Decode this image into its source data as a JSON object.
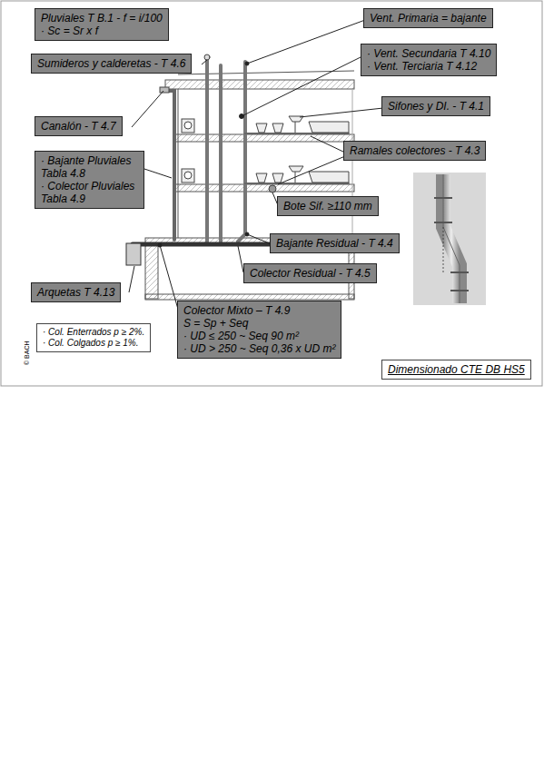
{
  "diagram": {
    "nodes": [
      {
        "text": [
          "Pluviales T B.1 - f = i/100",
          "· Sc = Sr x f"
        ]
      },
      {
        "text": [
          "Vent. Primaria = bajante"
        ]
      },
      {
        "text": [
          "Sumideros y calderetas - T 4.6"
        ]
      },
      {
        "text": [
          "· Vent. Secundaria T 4.10",
          "· Vent. Terciaria T 4.12"
        ]
      },
      {
        "text": [
          "Sifones y DI. - T 4.1"
        ]
      },
      {
        "text": [
          "Canalón - T 4.7"
        ]
      },
      {
        "text": [
          "Ramales colectores - T 4.3"
        ]
      },
      {
        "text": [
          "· Bajante Pluviales Tabla 4.8",
          "· Colector Pluviales Tabla 4.9"
        ]
      },
      {
        "text": [
          "Bote Sif. ≥110 mm"
        ]
      },
      {
        "text": [
          "Bajante Residual - T 4.4"
        ]
      },
      {
        "text": [
          "Colector Residual - T 4.5"
        ]
      },
      {
        "text": [
          "Arquetas T 4.13"
        ]
      },
      {
        "text": [
          "Colector Mixto – T 4.9",
          "S = Sp + Seq",
          "· UD ≤ 250 ~ Seq 90 m²",
          "· UD > 250 ~ Seq 0,36 x UD m²"
        ]
      },
      {
        "text": [
          "· Col. Enterrados p ≥ 2%.",
          "· Col. Colgados p ≥ 1%."
        ]
      },
      {
        "text": [
          "Dimensionado CTE DB HS5"
        ]
      }
    ],
    "labels": [
      "© BACH"
    ]
  }
}
